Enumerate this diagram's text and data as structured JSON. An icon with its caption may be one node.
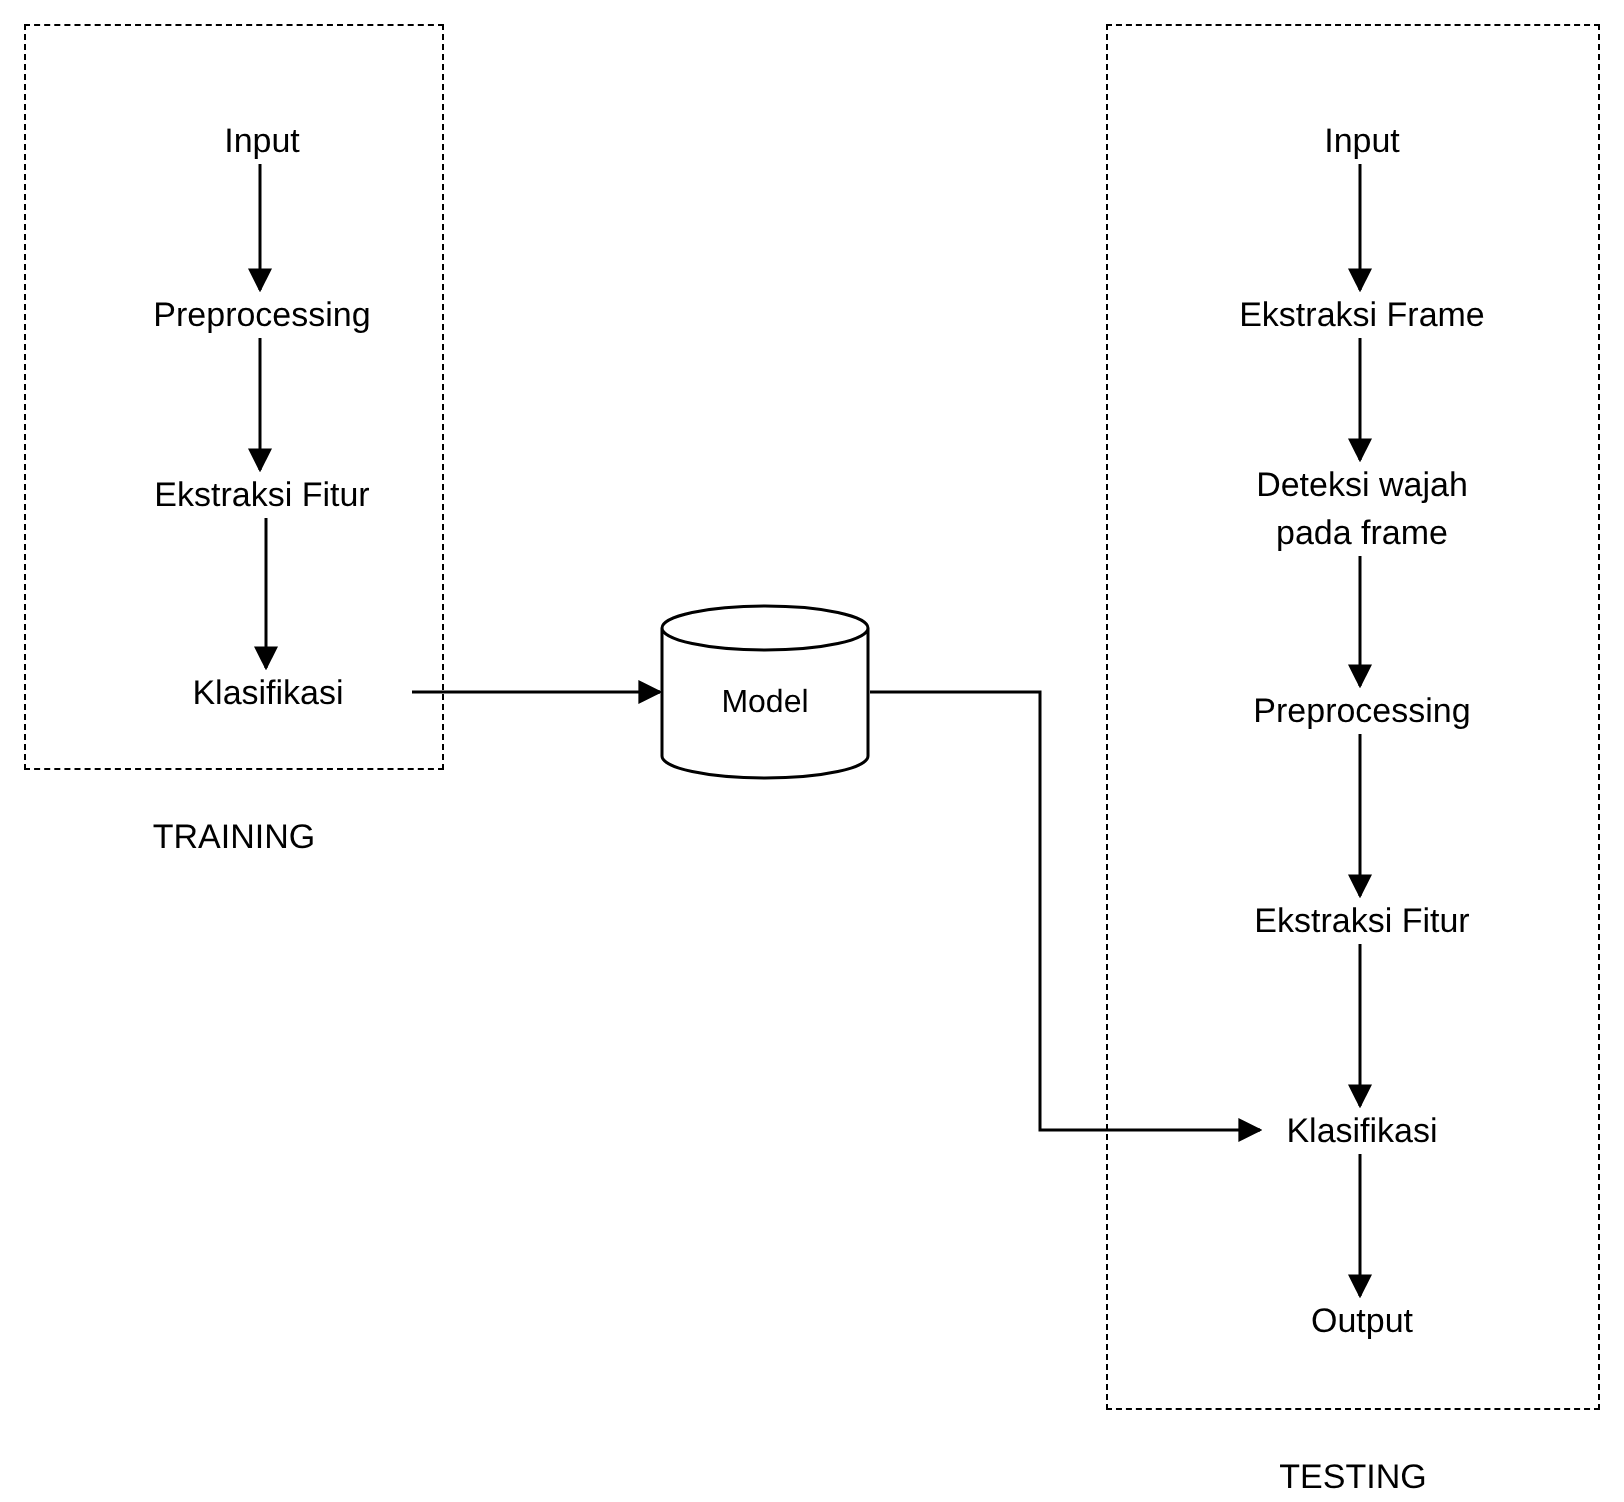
{
  "diagram": {
    "nodes": [
      {
        "text": [
          "TRAINING"
        ]
      },
      {
        "text": [
          "Input"
        ],
        "in": 0
      },
      {
        "text": [
          "Preprocessing"
        ],
        "in": 0
      },
      {
        "text": [
          "Ekstraksi Fitur"
        ],
        "in": 0
      },
      {
        "text": [
          "Klasifikasi"
        ],
        "in": 0
      },
      {
        "text": [
          "Model"
        ]
      },
      {
        "text": [
          "TESTING"
        ]
      },
      {
        "text": [
          "Input"
        ],
        "in": 6
      },
      {
        "text": [
          "Ekstraksi Frame"
        ],
        "in": 6
      },
      {
        "text": [
          "Deteksi wajah pada frame"
        ],
        "in": 6
      },
      {
        "text": [
          "Preprocessing"
        ],
        "in": 6
      },
      {
        "text": [
          "Ekstraksi Fitur"
        ],
        "in": 6
      },
      {
        "text": [
          "Klasifikasi"
        ],
        "in": 6
      },
      {
        "text": [
          "Output"
        ],
        "in": 6
      }
    ],
    "edges": [
      {
        "from": 1,
        "to": 2,
        "arrow": "to"
      },
      {
        "from": 2,
        "to": 3,
        "arrow": "to"
      },
      {
        "from": 3,
        "to": 4,
        "arrow": "to"
      },
      {
        "from": 4,
        "to": 5,
        "arrow": "to"
      },
      {
        "from": 5,
        "to": 12,
        "arrow": "to"
      },
      {
        "from": 7,
        "to": 8,
        "arrow": "to"
      },
      {
        "from": 8,
        "to": 9,
        "arrow": "to"
      },
      {
        "from": 9,
        "to": 10,
        "arrow": "to"
      },
      {
        "from": 10,
        "to": 11,
        "arrow": "to"
      },
      {
        "from": 11,
        "to": 12,
        "arrow": "to"
      },
      {
        "from": 12,
        "to": 13,
        "arrow": "to"
      }
    ]
  }
}
